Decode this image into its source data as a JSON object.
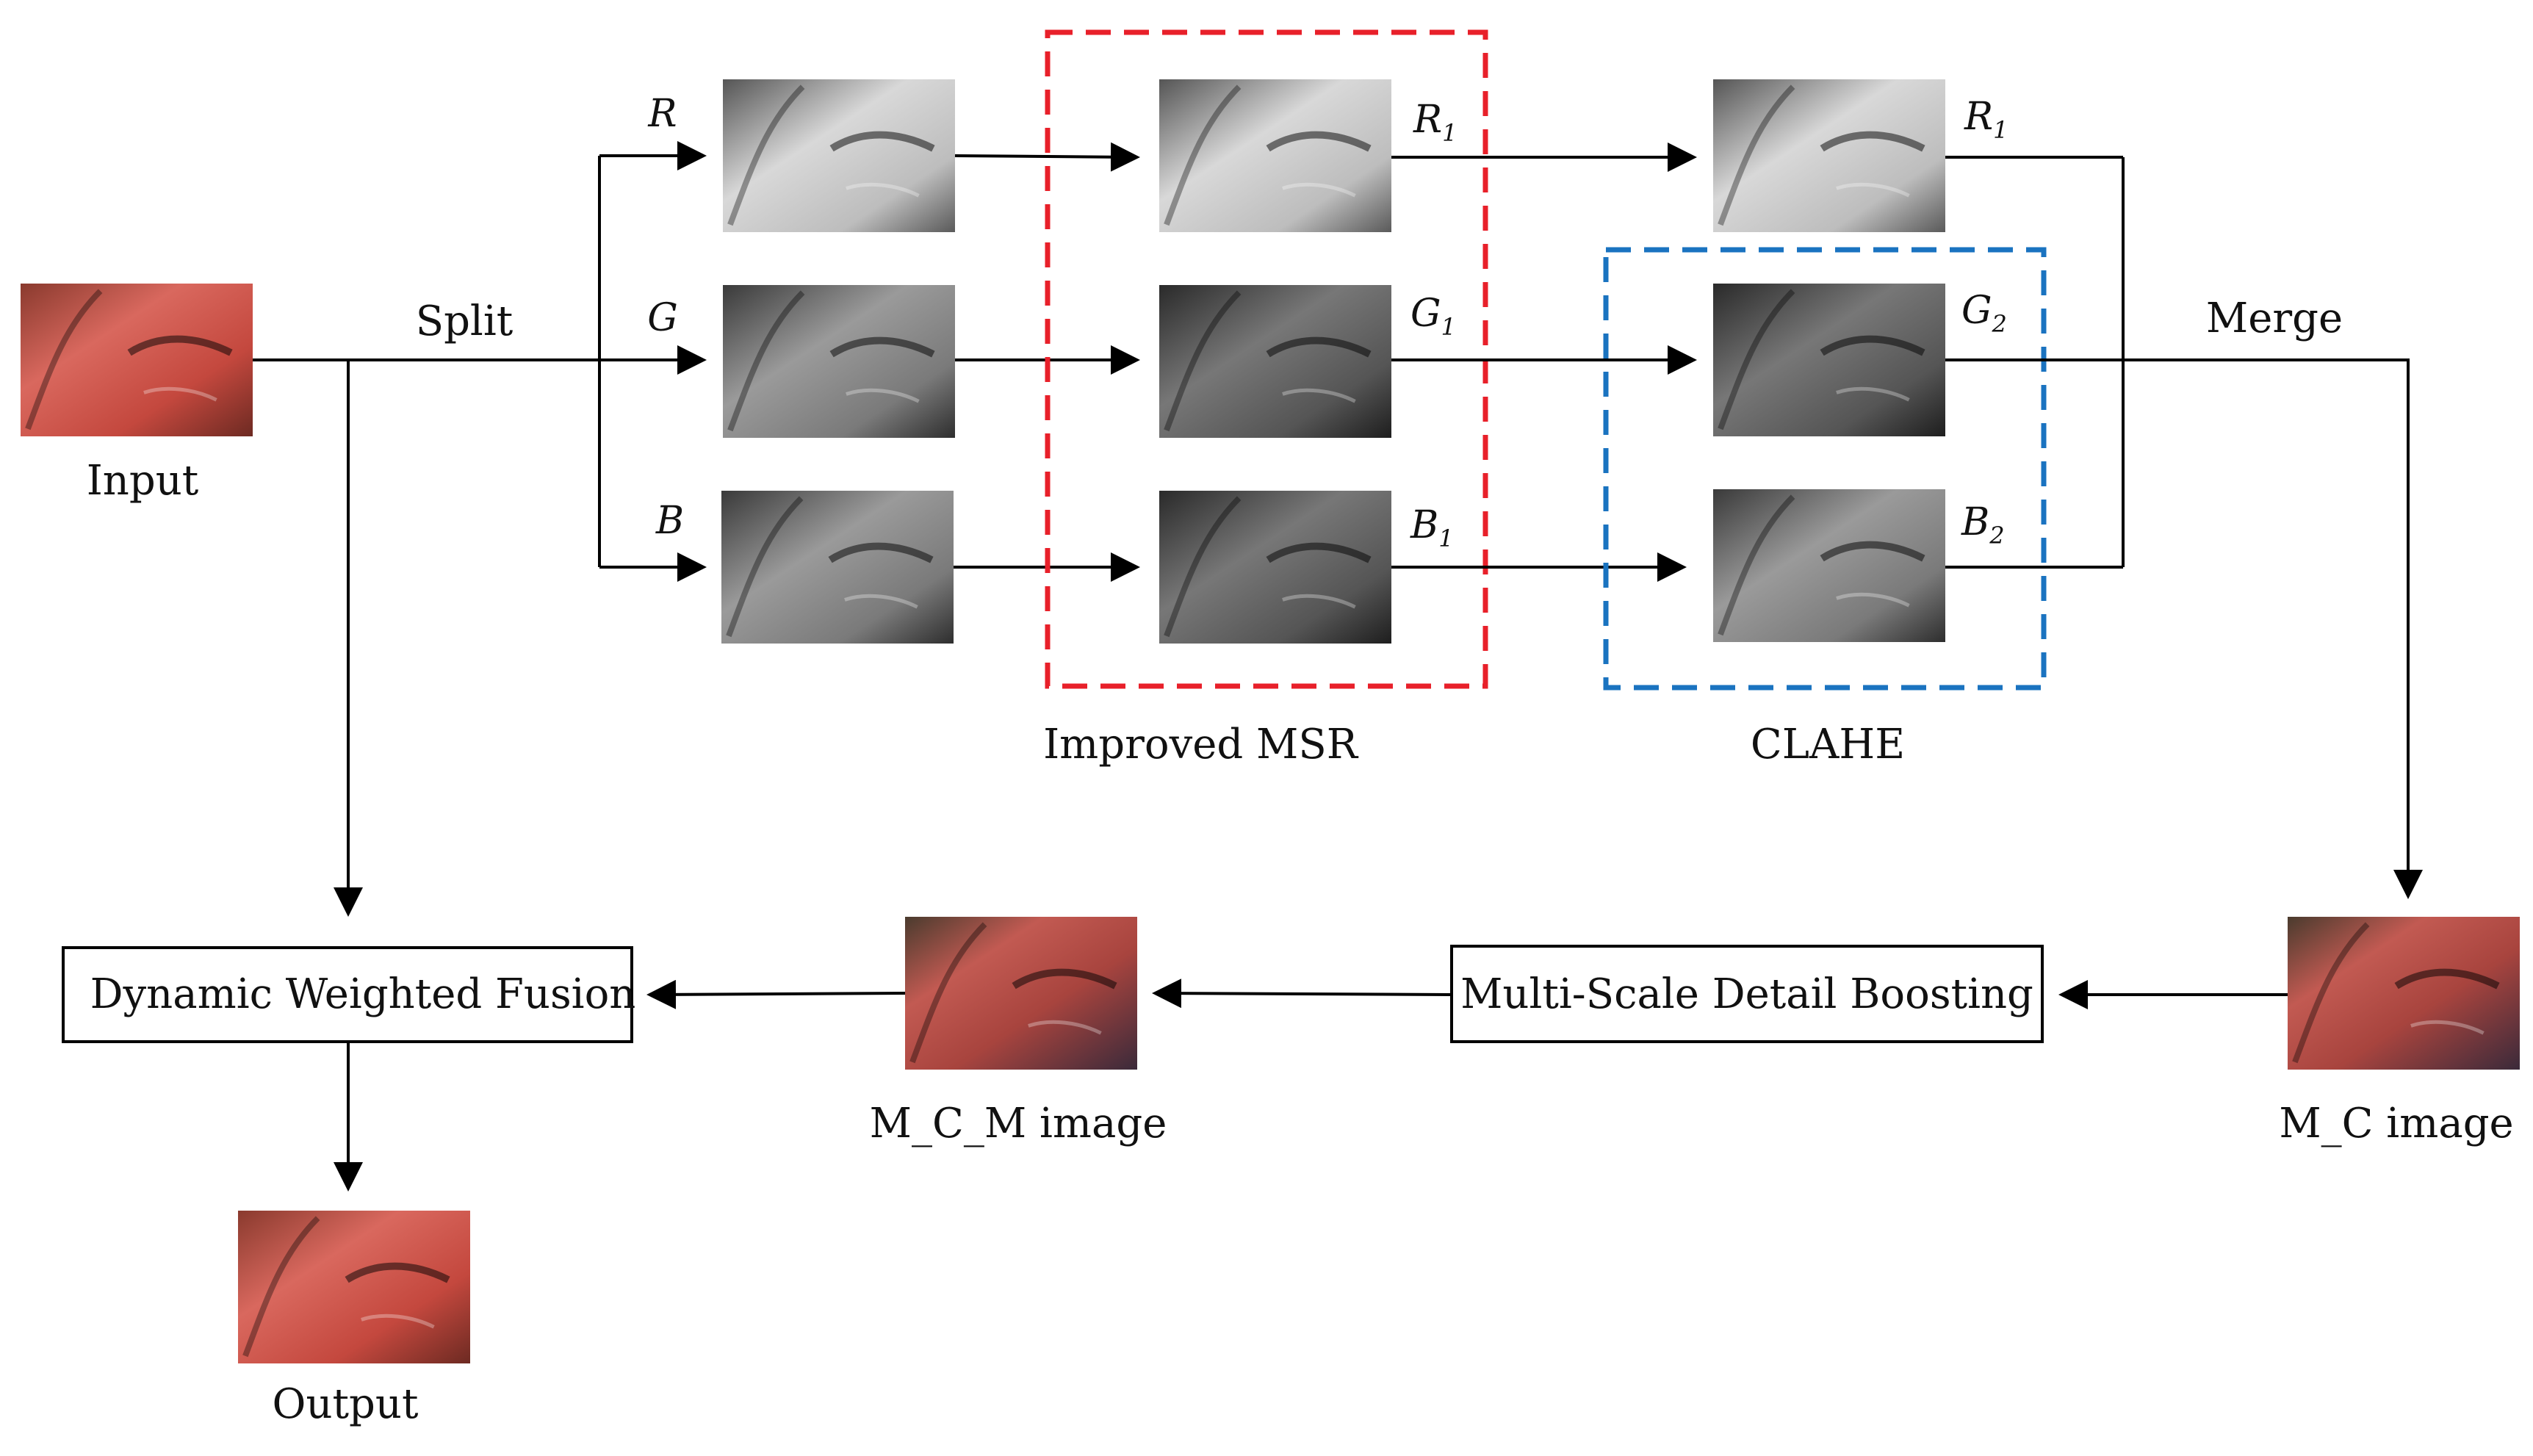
{
  "input_label": "Input",
  "split_label": "Split",
  "merge_label": "Merge",
  "output_label": "Output",
  "msr_label": "Improved MSR",
  "clahe_label": "CLAHE",
  "mc_label": "M_C image",
  "mcm_label": "M_C_M image",
  "fusion_label": "Dynamic Weighted Fusion",
  "boost_label": "Multi-Scale Detail Boosting",
  "channels": {
    "r": "R",
    "g": "G",
    "b": "B",
    "r1": "R",
    "g1": "G",
    "b1": "B",
    "sub1": "1",
    "r_out": "R",
    "g2": "G",
    "b2": "B",
    "sub2": "2"
  },
  "colors": {
    "msr_box": "#e8202a",
    "clahe_box": "#1a73c0",
    "line": "#000000"
  }
}
